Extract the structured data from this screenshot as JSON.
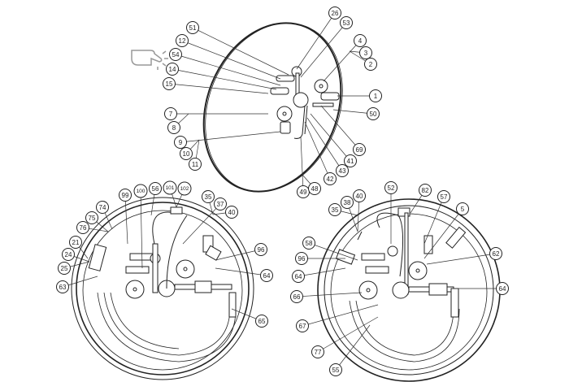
{
  "diagram": {
    "top_view": {
      "callouts": [
        "26",
        "53",
        "51",
        "4",
        "12",
        "3",
        "54",
        "2",
        "14",
        "15",
        "1",
        "7",
        "50",
        "8",
        "9",
        "69",
        "10",
        "41",
        "11",
        "43",
        "42",
        "49",
        "48"
      ]
    },
    "left_view": {
      "callouts": [
        "99",
        "100",
        "56",
        "101",
        "102",
        "35",
        "37",
        "40",
        "74",
        "75",
        "76",
        "21",
        "24",
        "25",
        "63",
        "96",
        "64",
        "65"
      ]
    },
    "right_view": {
      "callouts": [
        "52",
        "82",
        "57",
        "5",
        "40",
        "38",
        "35",
        "58",
        "96",
        "62",
        "64",
        "66",
        "64",
        "67",
        "77",
        "55"
      ]
    },
    "icons": [
      "tap-hand-icon"
    ],
    "colors": {
      "line": "#222222",
      "background": "#ffffff"
    }
  }
}
